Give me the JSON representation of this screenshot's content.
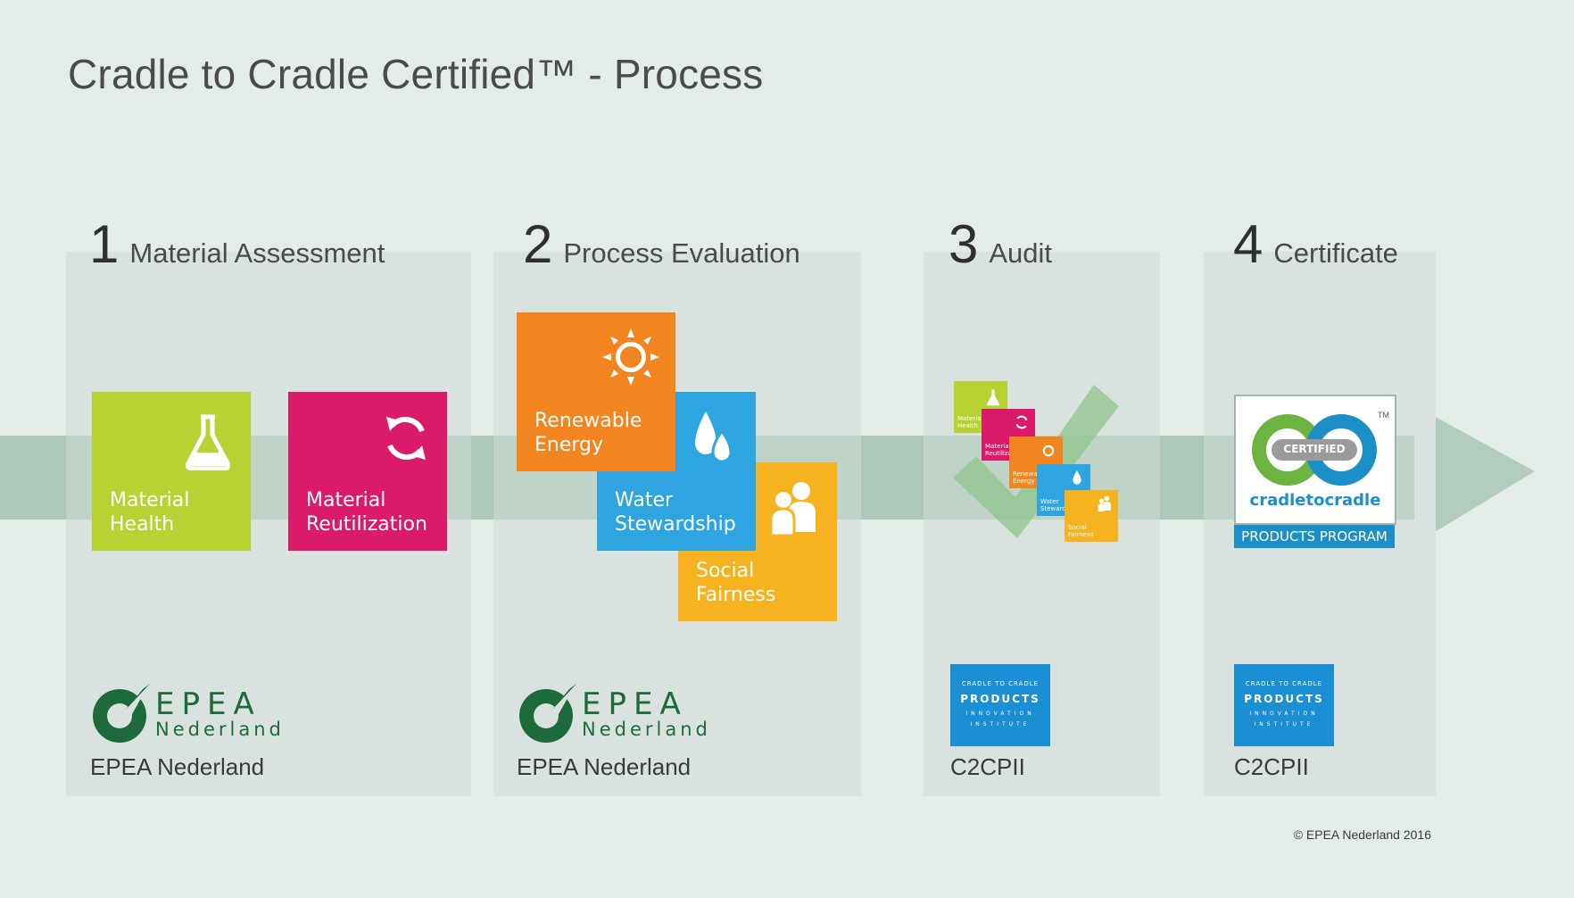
{
  "title": "Cradle to Cradle Certified™ - Process",
  "steps": [
    {
      "num": "1",
      "label": "Material Assessment",
      "caption": "EPEA Nederland"
    },
    {
      "num": "2",
      "label": "Process Evaluation",
      "caption": "EPEA Nederland"
    },
    {
      "num": "3",
      "label": "Audit",
      "caption": "C2CPII"
    },
    {
      "num": "4",
      "label": "Certificate",
      "caption": "C2CPII"
    }
  ],
  "tiles": {
    "material_health": "Material\nHealth",
    "material_reutilization": "Material\nReutilization",
    "renewable_energy": "Renewable\nEnergy",
    "water_stewardship": "Water\nStewardship",
    "social_fairness": "Social\nFairness"
  },
  "epea_logo": {
    "line1": "EPEA",
    "line2": "Nederland"
  },
  "c2cpii_logo": {
    "line1": "CRADLE TO CRADLE",
    "line2": "PRODUCTS",
    "line3": "INNOVATION",
    "line4": "INSTITUTE"
  },
  "certificate": {
    "badge": "CERTIFIED",
    "wordmark": "cradletocradle",
    "tm": "TM",
    "bar": "PRODUCTS PROGRAM"
  },
  "copyright": "© EPEA Nederland 2016",
  "colors": {
    "material_health": "#b8d133",
    "material_reutilization": "#dc1a6a",
    "renewable_energy": "#f28520",
    "water_stewardship": "#2ea5e0",
    "social_fairness": "#f6b31f",
    "epea_green": "#1d6a3a",
    "c2cpii_blue": "#1a8fd4"
  }
}
